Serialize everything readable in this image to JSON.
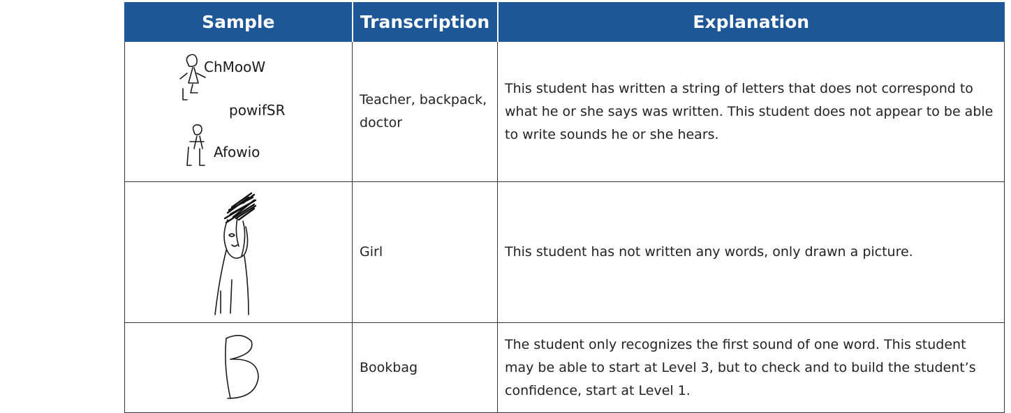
{
  "table": {
    "headers": {
      "sample": "Sample",
      "transcription": "Transcription",
      "explanation": "Explanation"
    },
    "rows": [
      {
        "sample_writing": [
          "ChMooW",
          "powifSR",
          "Afowio"
        ],
        "transcription": "Teacher, backpack, doctor",
        "explanation": "This student has written a string of letters that does not correspond to what he or she says was written. This student does not appear to be able to write sounds he or she hears."
      },
      {
        "sample_writing": [],
        "transcription": "Girl",
        "explanation": "This student has not written any words, only drawn a picture."
      },
      {
        "sample_writing": [
          "B"
        ],
        "transcription": "Bookbag",
        "explanation": "The student only recognizes the first sound of one word. This student may be able to start at Level 3, but to check and to build the student’s confidence, start at Level 1."
      }
    ]
  },
  "colors": {
    "header_bg": "#1e5797",
    "header_text": "#ffffff",
    "border": "#333333"
  }
}
